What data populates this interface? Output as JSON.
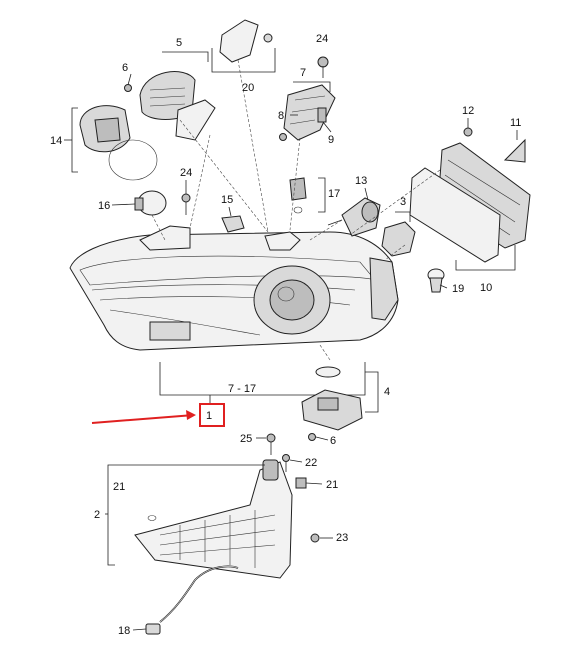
{
  "labels": {
    "l1": "1",
    "l2": "2",
    "l3": "3",
    "l4": "4",
    "l5": "5",
    "l6a": "6",
    "l6b": "6",
    "l7": "7",
    "l8": "8",
    "l9": "9",
    "l10": "10",
    "l11": "11",
    "l12": "12",
    "l13": "13",
    "l14": "14",
    "l15": "15",
    "l16": "16",
    "l17": "17",
    "l18": "18",
    "l19": "19",
    "l20": "20",
    "l21a": "21",
    "l21b": "21",
    "l22": "22",
    "l23": "23",
    "l24a": "24",
    "l24b": "24",
    "l25": "25",
    "range": "7 - 17"
  },
  "colors": {
    "highlight": "#e02020",
    "line": "#222222"
  }
}
